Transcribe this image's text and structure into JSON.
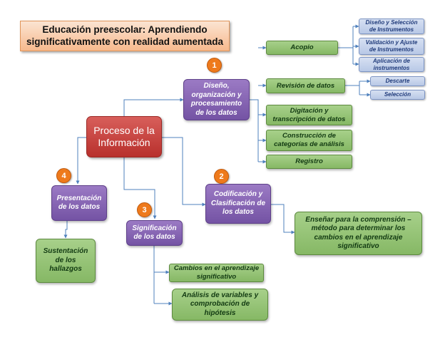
{
  "title": "Educación preescolar: Aprendiendo significativamente con realidad aumentada",
  "center": "Proceso de la Información",
  "branches": {
    "design": {
      "number": "1",
      "label": "Diseño, organización y procesamiento de los datos",
      "items": {
        "acopio": {
          "label": "Acopio",
          "subs": [
            "Diseño y Selección de Instrumentos",
            "Validación y Ajuste de Instrumentos",
            "Aplicación de instrumentos"
          ]
        },
        "revision": {
          "label": "Revisión de datos",
          "subs": [
            "Descarte",
            "Selección"
          ]
        },
        "digitacion": "Digitación y transcripción de datos",
        "construccion": "Construcción de categorías de análisis",
        "registro": "Registro"
      }
    },
    "coding": {
      "number": "2",
      "label": "Codificación y Clasificación de los datos",
      "child": "Enseñar para la comprensión – método para determinar los cambios en el aprendizaje significativo"
    },
    "meaning": {
      "number": "3",
      "label": "Significación de los datos",
      "children": [
        "Cambios en el aprendizaje significativo",
        "Análisis de variables y comprobación de hipótesis"
      ]
    },
    "presentation": {
      "number": "4",
      "label": "Presentación de los datos",
      "child": "Sustentación de los hallazgos"
    }
  },
  "colors": {
    "connector": "#4f81bd",
    "center": "#c0504d",
    "branch": "#8064a2",
    "leaf": "#9bbb59",
    "subleaf": "#c6d4ee",
    "number_badge": "#ee7a1c"
  }
}
